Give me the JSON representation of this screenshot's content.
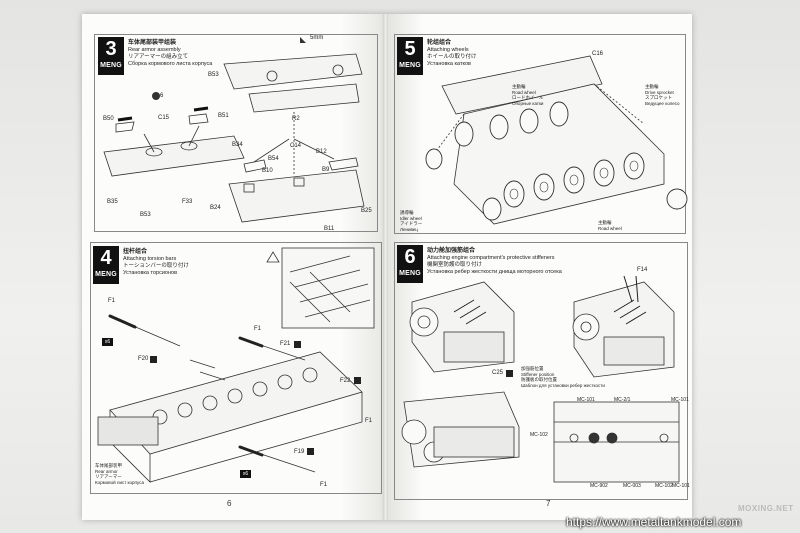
{
  "steps": [
    {
      "num": "3",
      "logo": "MENG",
      "cn": "车体尾部装甲组装",
      "en": "Rear armor assembly",
      "jp": "リアアーマーの組み立て",
      "ru": "Сборка кормового листа корпуса"
    },
    {
      "num": "4",
      "logo": "MENG",
      "cn": "扭杆组合",
      "en": "Attaching torsion bars",
      "jp": "トーションバーの取り付け",
      "ru": "Установка торсионов"
    },
    {
      "num": "5",
      "logo": "MENG",
      "cn": "轮组组合",
      "en": "Attaching wheels",
      "jp": "ホイールの取り付け",
      "ru": "Установка катков"
    },
    {
      "num": "6",
      "logo": "MENG",
      "cn": "动力舱加强筋组合",
      "en": "Attaching engine compartment's protective stiffeners",
      "jp": "機関室防護の取り付け",
      "ru": "Установка ребер жесткости днища моторного отсека"
    }
  ],
  "labels": {
    "step3": [
      "B53",
      "B50",
      "C15",
      "B51",
      "R2",
      "B34",
      "C14",
      "B12",
      "B54",
      "B9",
      "B10",
      "B35",
      "F33",
      "B53",
      "B24",
      "B11",
      "B25",
      "6",
      "5mm"
    ],
    "step4": [
      "F1",
      "F20",
      "F1",
      "F21",
      "F22",
      "F1",
      "F19",
      "F1",
      "x6",
      "x6"
    ],
    "step4_note": [
      "车体尾部装甲",
      "Rear armor",
      "リアアーマー",
      "Кормовой лист корпуса"
    ],
    "step5": [
      "C16",
      "主動輪",
      "Road wheel",
      "ロードホイール",
      "Опорные катки",
      "主動輪",
      "Drive sprocket",
      "スプロケット",
      "Ведущее колесо",
      "誘導輪",
      "Idler wheel",
      "アイドラー",
      "Ленивец",
      "主動輪",
      "Road wheel"
    ],
    "step6": [
      "F14",
      "C25",
      "加强筋位置",
      "Stiffener position",
      "防護板の取付位置",
      "Шаблон для установки ребер жесткости",
      "MC-101",
      "MC-2/1",
      "MC-101",
      "MC-102",
      "MC-902",
      "MC-003",
      "MC-102",
      "MC-101"
    ]
  },
  "page_numbers": [
    "6",
    "7"
  ],
  "watermark": "MOXING.NET",
  "url": "https://www.metaltankmodel.com"
}
